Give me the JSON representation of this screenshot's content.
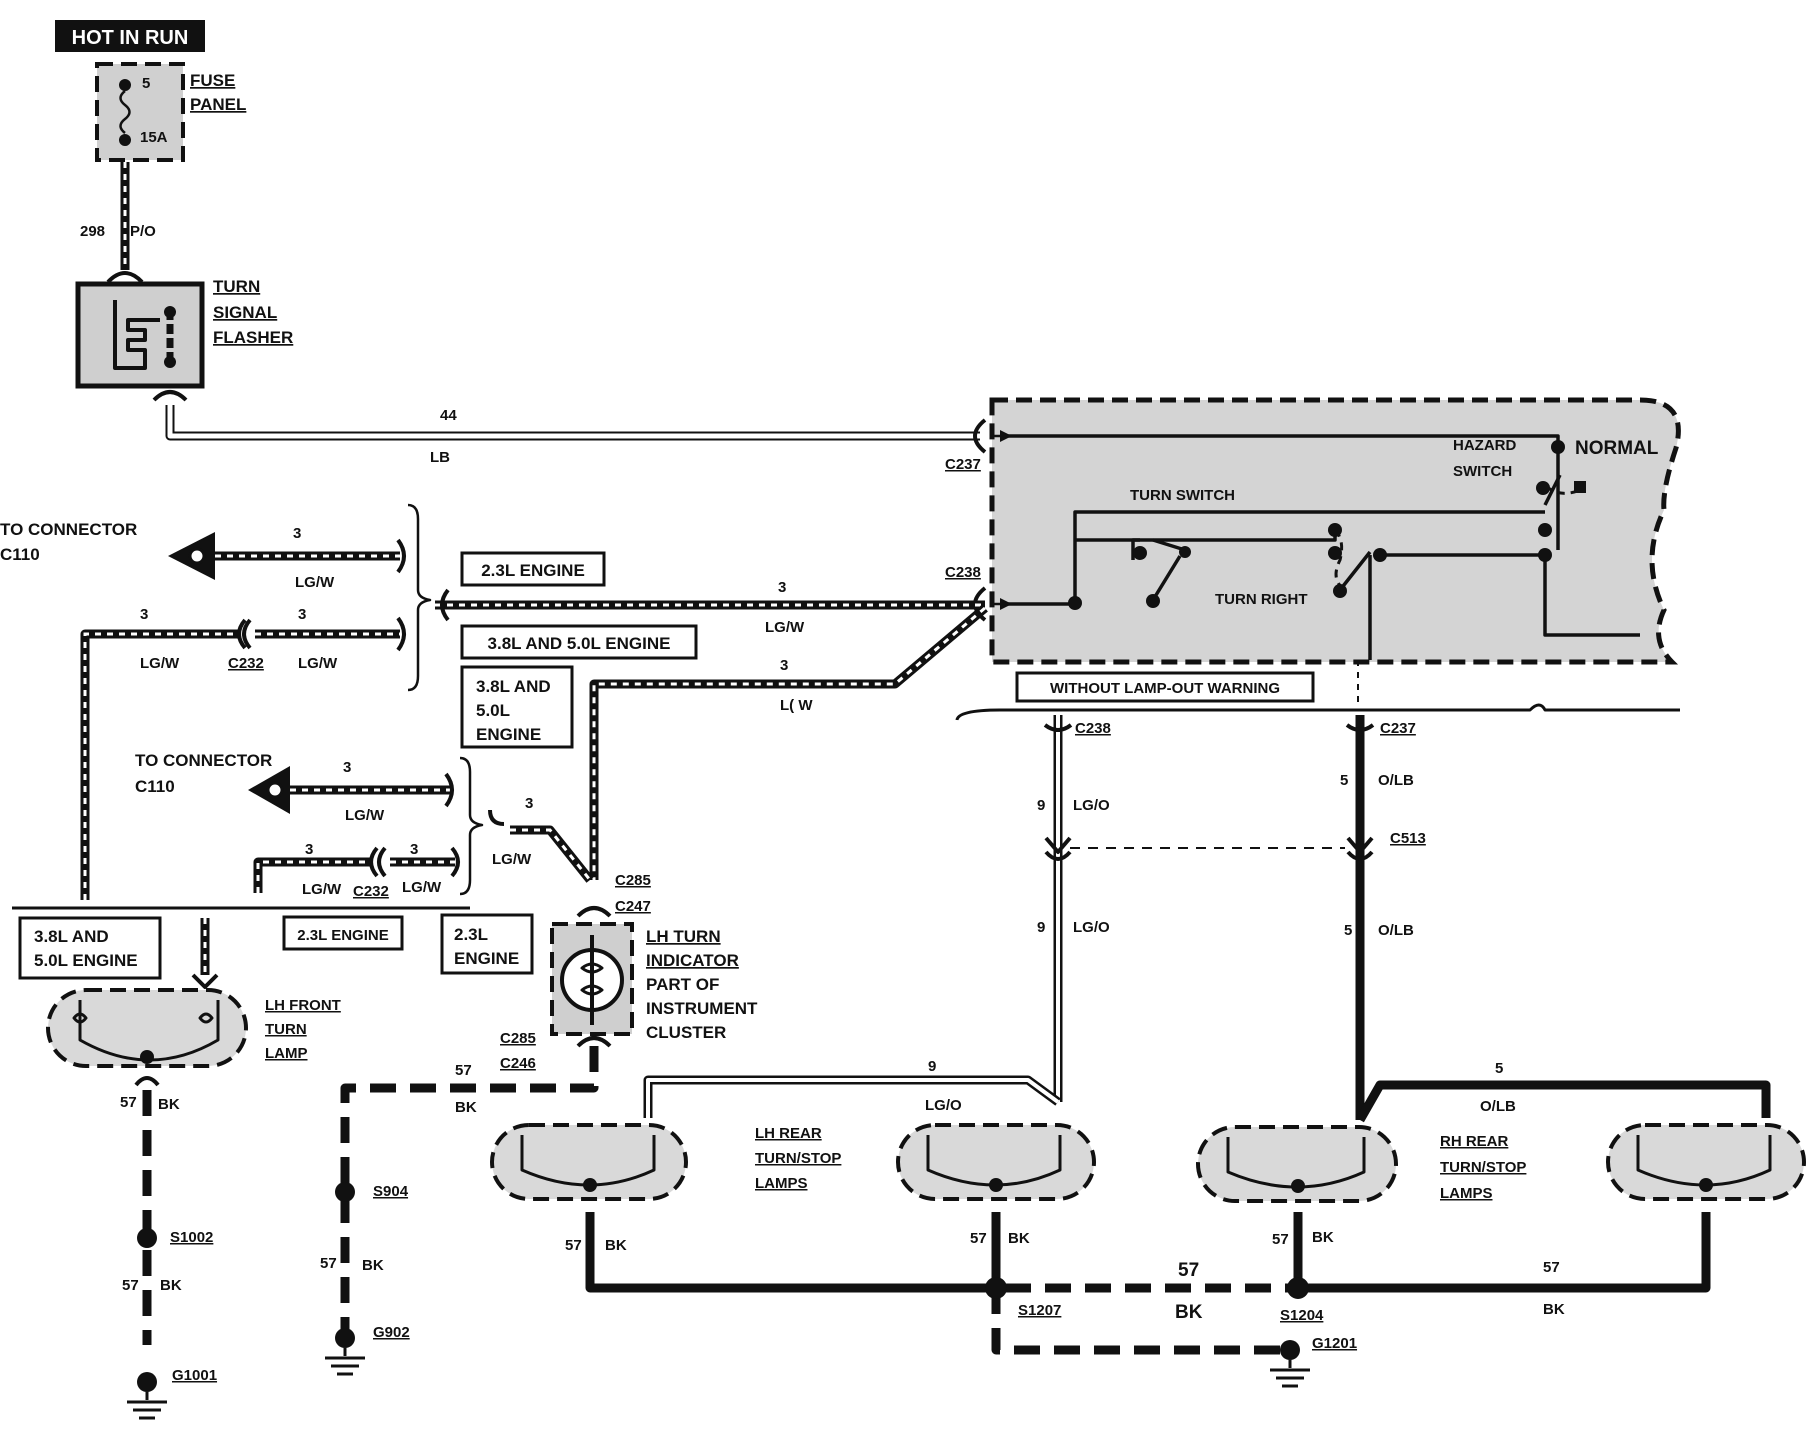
{
  "power": {
    "hot_in_run": "HOT IN RUN"
  },
  "fuse": {
    "number": "5",
    "rating": "15A",
    "label_line1": "FUSE",
    "label_line2": "PANEL"
  },
  "flasher": {
    "label_line1": "TURN",
    "label_line2": "SIGNAL",
    "label_line3": "FLASHER"
  },
  "wires": {
    "w298": {
      "circuit": "298",
      "color": "P/O"
    },
    "w44": {
      "circuit": "44",
      "color": "LB"
    },
    "w3_lgw": {
      "circuit": "3",
      "color": "LG/W"
    },
    "w3_lgw_partial": "L( W",
    "w9_lgo": {
      "circuit": "9",
      "color": "LG/O"
    },
    "w5_olb": {
      "circuit": "5",
      "color": "O/LB"
    },
    "w57_bk": {
      "circuit": "57",
      "color": "BK"
    }
  },
  "connectors": {
    "c237": "C237",
    "c238": "C238",
    "c232": "C232",
    "c285": "C285",
    "c247": "C247",
    "c246": "C246",
    "c513": "C513",
    "c110": "C110"
  },
  "to_connector": {
    "line1": "TO CONNECTOR",
    "line2": "C110"
  },
  "switch": {
    "hazard_line1": "HAZARD",
    "hazard_line2": "SWITCH",
    "normal": "NORMAL",
    "turn_switch": "TURN SWITCH",
    "turn_right": "TURN  RIGHT",
    "without_lamp_out": "WITHOUT LAMP-OUT WARNING"
  },
  "engines": {
    "e23": "2.3L ENGINE",
    "e38_50": "3.8L AND 5.0L ENGINE",
    "e38_50_stack": [
      "3.8L AND",
      "5.0L",
      "ENGINE"
    ],
    "e38_50_two": [
      "3.8L AND",
      "5.0L ENGINE"
    ],
    "e23_two": [
      "2.3L",
      "ENGINE"
    ]
  },
  "lamps": {
    "lh_front": [
      "LH FRONT",
      "TURN",
      "LAMP"
    ],
    "lh_turn_indicator": [
      "LH TURN",
      "INDICATOR",
      "PART OF",
      "INSTRUMENT",
      "CLUSTER"
    ],
    "lh_rear": [
      "LH REAR",
      "TURN/STOP",
      "LAMPS"
    ],
    "rh_rear": [
      "RH REAR",
      "TURN/STOP",
      "LAMPS"
    ]
  },
  "splices": {
    "s1002": "S1002",
    "s904": "S904",
    "s1207": "S1207",
    "s1204": "S1204"
  },
  "grounds": {
    "g1001": "G1001",
    "g902": "G902",
    "g1201": "G1201"
  },
  "colors": {
    "ink": "#111111",
    "fill_grey": "#d9d9d9",
    "paper": "#ffffff"
  }
}
